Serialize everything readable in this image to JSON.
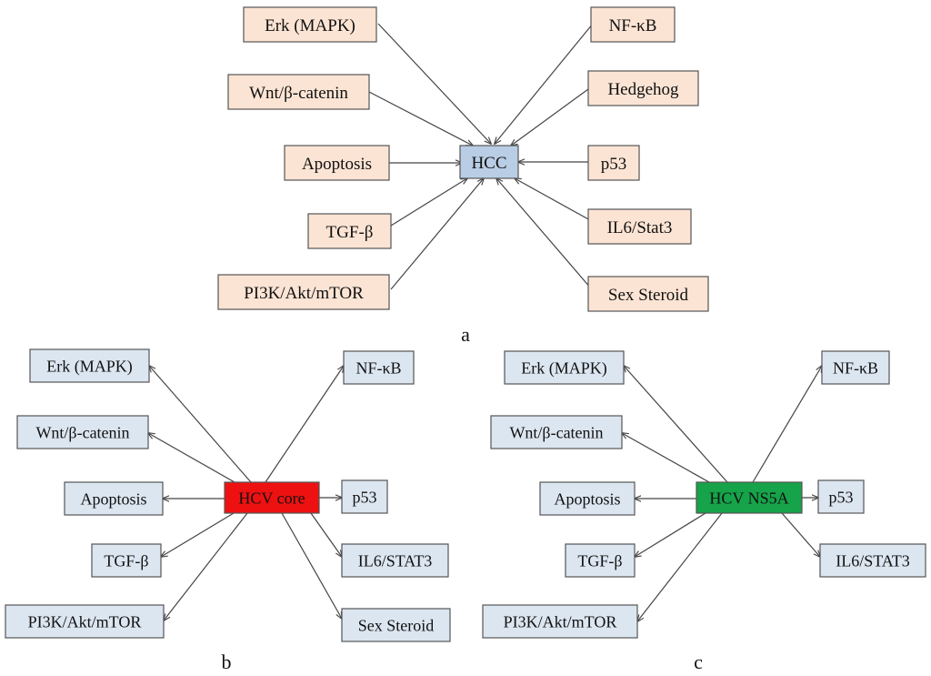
{
  "colors": {
    "panel_a_node_fill": "#fce4d4",
    "panel_a_hub_fill": "#b9cde5",
    "panel_bc_node_fill": "#dce6f1",
    "hcv_core_fill": "#ee1111",
    "hcv_ns5a_fill": "#16a34a",
    "arrow": "#444444",
    "border": "#555555"
  },
  "panels": {
    "a": {
      "label": "a",
      "hub": "HCC",
      "nodes": {
        "erk": "Erk (MAPK)",
        "wnt": "Wnt/β-catenin",
        "apoptosis": "Apoptosis",
        "tgf": "TGF-β",
        "pi3k": "PI3K/Akt/mTOR",
        "nfkb": "NF-κB",
        "hedgehog": "Hedgehog",
        "p53": "p53",
        "il6": "IL6/Stat3",
        "sex": "Sex Steroid"
      },
      "edge_direction": "into-hub"
    },
    "b": {
      "label": "b",
      "hub": "HCV core",
      "nodes": {
        "erk": "Erk (MAPK)",
        "wnt": "Wnt/β-catenin",
        "apoptosis": "Apoptosis",
        "tgf": "TGF-β",
        "pi3k": "PI3K/Akt/mTOR",
        "nfkb": "NF-κB",
        "p53": "p53",
        "il6": "IL6/STAT3",
        "sex": "Sex Steroid"
      },
      "edge_direction": "out-of-hub"
    },
    "c": {
      "label": "c",
      "hub": "HCV NS5A",
      "nodes": {
        "erk": "Erk (MAPK)",
        "wnt": "Wnt/β-catenin",
        "apoptosis": "Apoptosis",
        "tgf": "TGF-β",
        "pi3k": "PI3K/Akt/mTOR",
        "nfkb": "NF-κB",
        "p53": "p53",
        "il6": "IL6/STAT3"
      },
      "edge_direction": "out-of-hub"
    }
  }
}
